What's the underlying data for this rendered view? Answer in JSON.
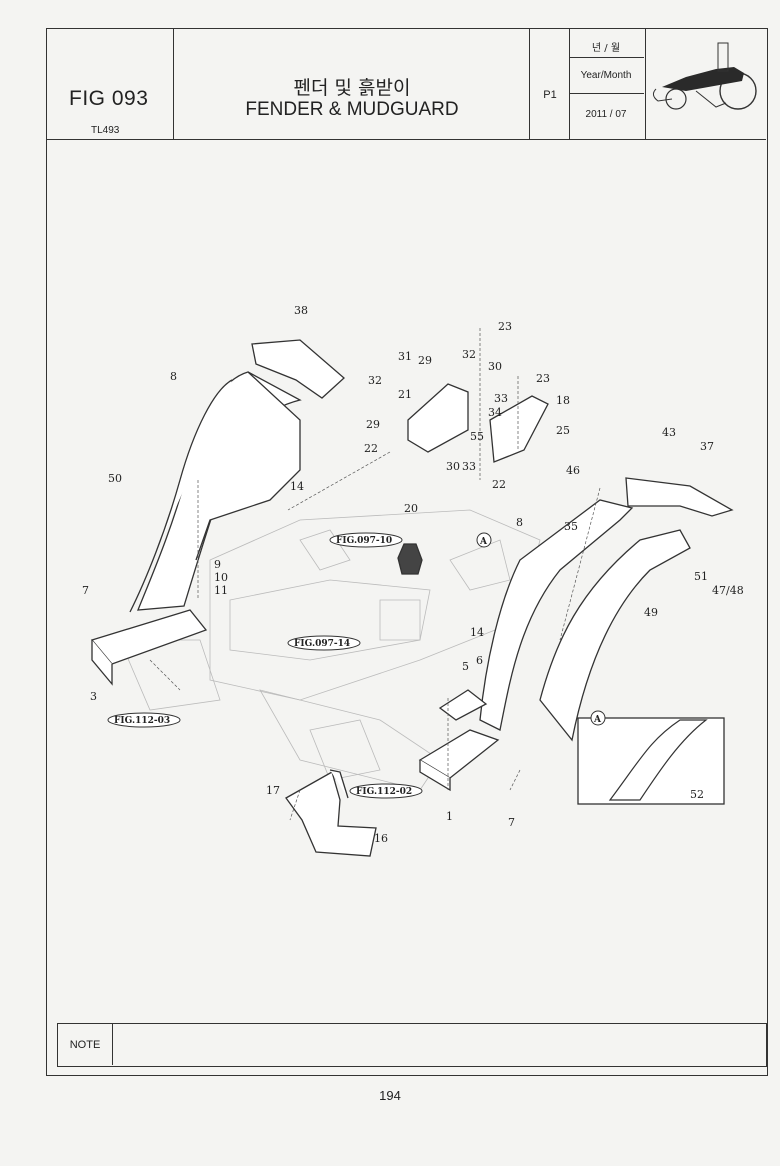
{
  "header": {
    "fig_no": "FIG 093",
    "model": "TL493",
    "title_kr": "펜더 및 흙받이",
    "title_en": "FENDER & MUDGUARD",
    "page": "P1",
    "ym_label_kr": "년 / 월",
    "ym_label_en": "Year/Month",
    "ym_value": "2011 / 07"
  },
  "diagram": {
    "callouts": [
      "38",
      "23",
      "31",
      "29",
      "32",
      "30",
      "23",
      "32",
      "21",
      "33",
      "18",
      "34",
      "29",
      "55",
      "25",
      "22",
      "30",
      "33",
      "22",
      "43",
      "37",
      "8",
      "50",
      "14",
      "20",
      "46",
      "8",
      "35",
      "9",
      "10",
      "11",
      "7",
      "3",
      "14",
      "51",
      "47/48",
      "49",
      "5",
      "6",
      "17",
      "16",
      "1",
      "7",
      "52"
    ],
    "references": [
      "FIG.097-10",
      "FIG.097-14",
      "FIG.112-03",
      "FIG.112-02"
    ],
    "detail_label": "A"
  },
  "note_label": "NOTE",
  "page_number": "194"
}
